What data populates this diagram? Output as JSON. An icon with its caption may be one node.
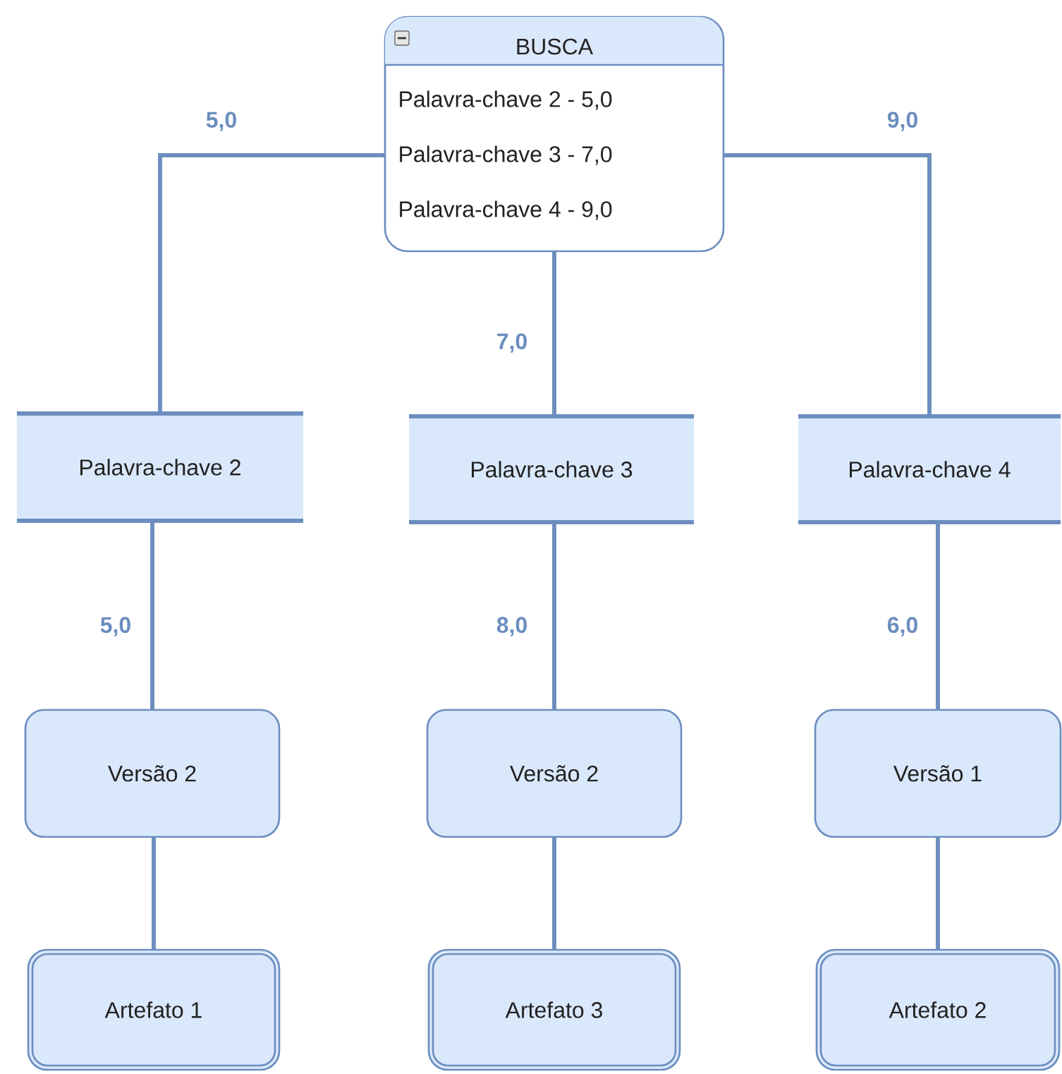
{
  "diagram": {
    "nodes": [
      {
        "text": [
          "BUSCA",
          "Palavra-chave 2 - 5,0",
          "Palavra-chave 3 - 7,0",
          "Palavra-chave 4 - 9,0"
        ]
      },
      {
        "text": [
          "Palavra-chave 2"
        ]
      },
      {
        "text": [
          "Palavra-chave 3"
        ]
      },
      {
        "text": [
          "Palavra-chave 4"
        ]
      },
      {
        "text": [
          "Versão 2"
        ]
      },
      {
        "text": [
          "Versão 2"
        ]
      },
      {
        "text": [
          "Versão 1"
        ]
      },
      {
        "text": [
          "Artefato 1"
        ]
      },
      {
        "text": [
          "Artefato 3"
        ]
      },
      {
        "text": [
          "Artefato 2"
        ]
      }
    ],
    "edges": [
      {
        "from": 0,
        "to": 1,
        "arrow": "none",
        "label": "5,0"
      },
      {
        "from": 0,
        "to": 2,
        "arrow": "none",
        "label": "7,0"
      },
      {
        "from": 0,
        "to": 3,
        "arrow": "none",
        "label": "9,0"
      },
      {
        "from": 1,
        "to": 4,
        "arrow": "none",
        "label": "5,0"
      },
      {
        "from": 2,
        "to": 5,
        "arrow": "none",
        "label": "8,0"
      },
      {
        "from": 3,
        "to": 6,
        "arrow": "none",
        "label": "6,0"
      },
      {
        "from": 4,
        "to": 7,
        "arrow": "none"
      },
      {
        "from": 5,
        "to": 8,
        "arrow": "none"
      },
      {
        "from": 6,
        "to": 9,
        "arrow": "none"
      }
    ]
  }
}
